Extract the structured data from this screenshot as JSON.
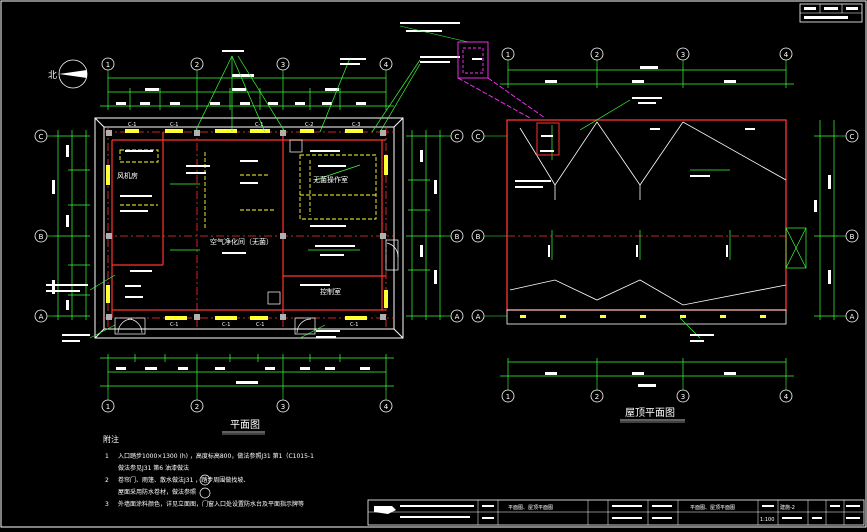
{
  "title_block_top": {
    "cells": [
      "",
      "",
      "",
      ""
    ],
    "sheet_info": ""
  },
  "plan": {
    "title": "平面图",
    "grid_columns": [
      "1",
      "2",
      "3",
      "4"
    ],
    "grid_rows": [
      "A",
      "B",
      "C"
    ],
    "north": "北",
    "rooms": [
      {
        "id": "wind-room",
        "label": "风机房"
      },
      {
        "id": "clean-room",
        "label": "空气净化间（无菌）"
      },
      {
        "id": "sterile-room",
        "label": "无菌操作室"
      },
      {
        "id": "control-room",
        "label": "控制室"
      }
    ],
    "wall_labels": [
      "C-1",
      "C-1",
      "C-1",
      "C-2",
      "C-3",
      "C-1",
      "C-1",
      "C-1",
      "C-1"
    ]
  },
  "roof": {
    "title": "屋顶平面图",
    "grid_columns": [
      "1",
      "2",
      "3",
      "4"
    ],
    "grid_rows": [
      "A",
      "B",
      "C"
    ]
  },
  "notes": {
    "heading": "附注",
    "items": [
      {
        "num": "1",
        "text": "入口踏步1000×1300  (h) ，高度标高800，做法参照J31 第1（C1015-1"
      },
      {
        "num": "",
        "text": "做法参见J31 第6 油漆做法"
      },
      {
        "num": "2",
        "text": "卷帘门、雨篷、散水做法J31  ，踏步周围做找坡、"
      },
      {
        "num": "",
        "text": "屋面采用防水卷材，做法参照"
      },
      {
        "num": "3",
        "text": "外墙面涂料颜色，详见立面图，门窗入口处设置防水台及平面指示牌等"
      }
    ]
  },
  "title_block_bottom": {
    "company": "",
    "drawing_name": "平面图、屋顶平面图",
    "scale": "1:100",
    "sheet": "建施-2"
  }
}
